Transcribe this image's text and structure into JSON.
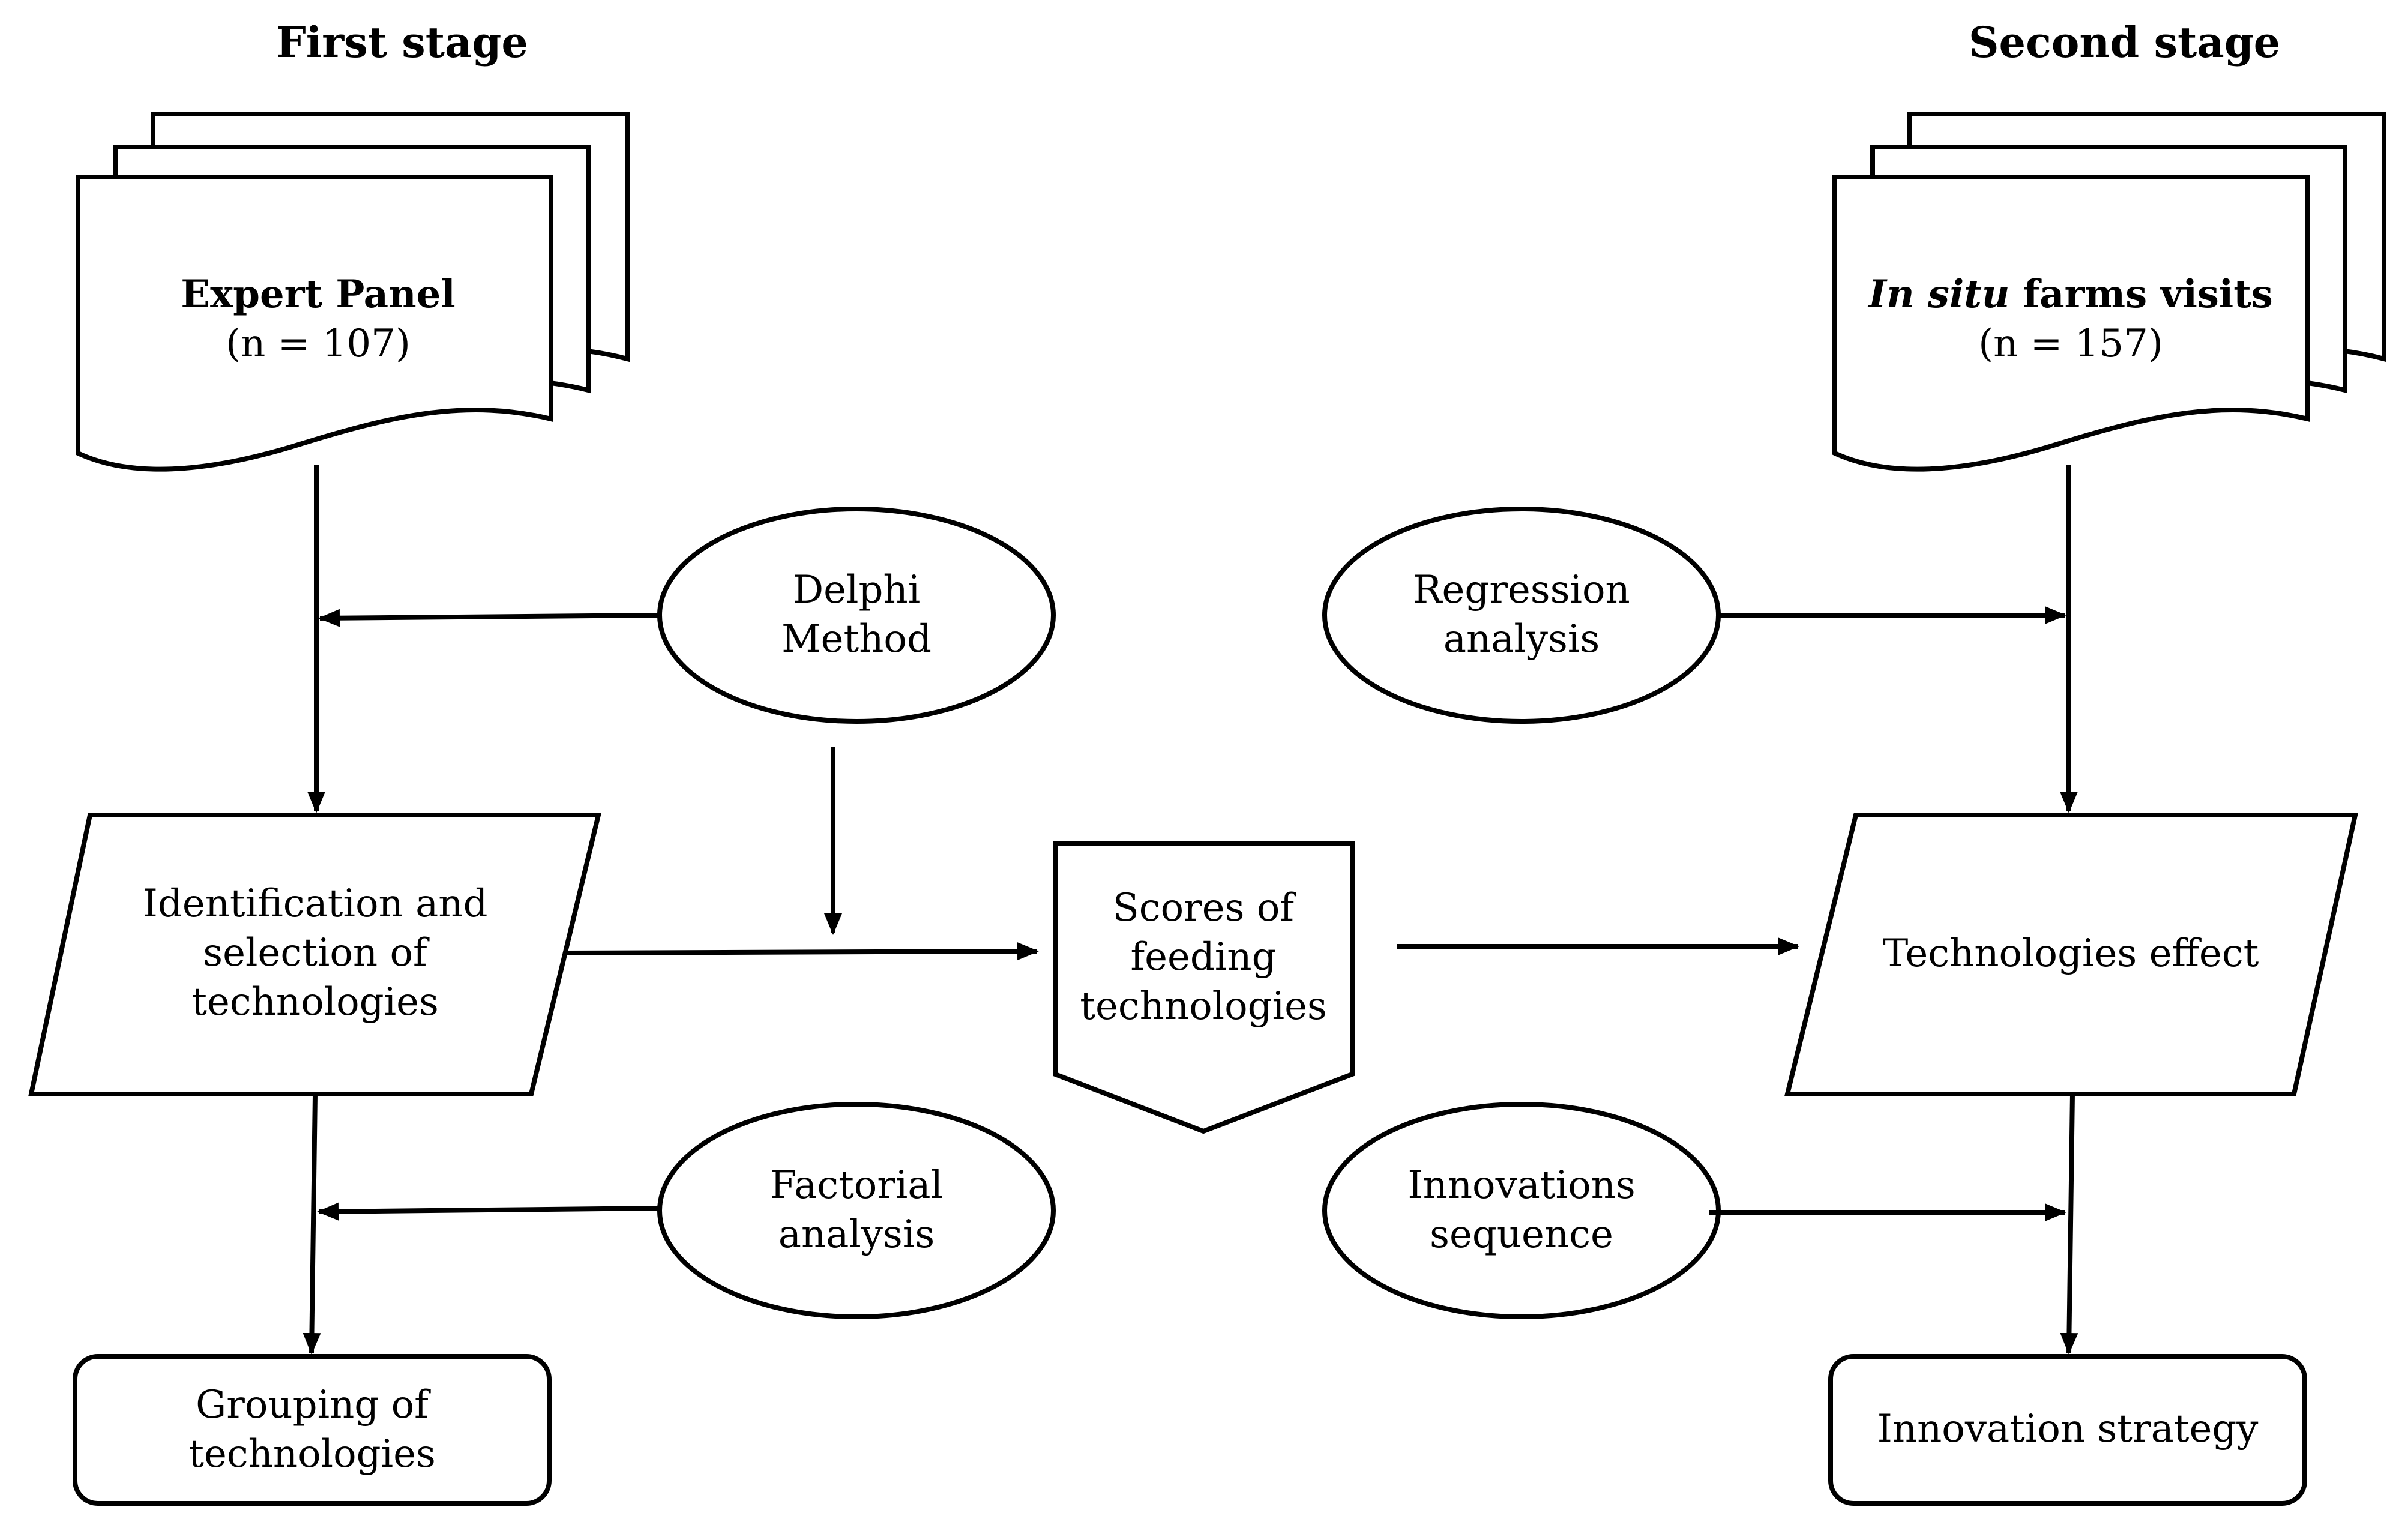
{
  "stages": {
    "first": "First stage",
    "second": "Second stage"
  },
  "expert_panel": {
    "title": "Expert Panel",
    "count": "(n = 107)"
  },
  "farm_visits": {
    "title_italic": "In situ",
    "title_rest": " farms visits",
    "count": "(n = 157)"
  },
  "methods": {
    "delphi": [
      "Delphi",
      "Method"
    ],
    "factorial": [
      "Factorial",
      "analysis"
    ],
    "regression": [
      "Regression",
      "analysis"
    ],
    "innovations": [
      "Innovations",
      "sequence"
    ]
  },
  "processes": {
    "identification": [
      "Identification and",
      "selection of",
      "technologies"
    ],
    "technologies_effect": "Technologies effect"
  },
  "scores": [
    "Scores of",
    "feeding",
    "technologies"
  ],
  "outputs": {
    "grouping": [
      "Grouping of",
      "technologies"
    ],
    "strategy": "Innovation strategy"
  }
}
